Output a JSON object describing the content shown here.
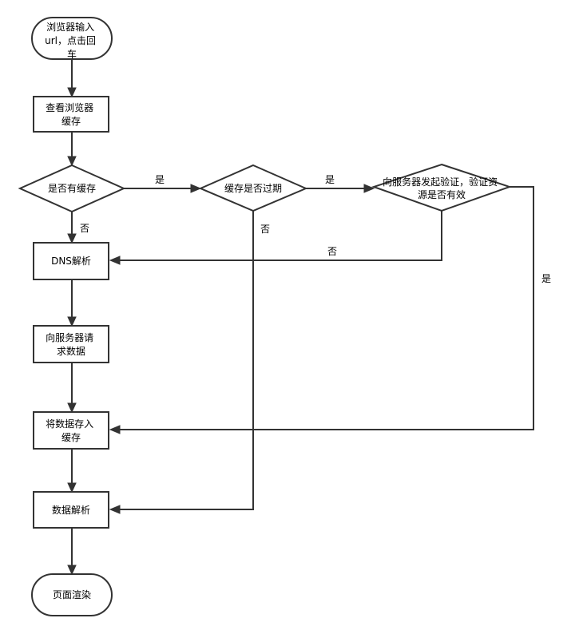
{
  "nodes": {
    "start": {
      "lines": [
        "浏览器输入",
        "url，点击回",
        "车"
      ]
    },
    "check_cache": {
      "lines": [
        "查看浏览器",
        "缓存"
      ]
    },
    "has_cache": {
      "lines": [
        "是否有缓存"
      ]
    },
    "cache_expired": {
      "lines": [
        "缓存是否过期"
      ]
    },
    "validate": {
      "lines": [
        "向服务器发起验证，验证资",
        "源是否有效"
      ]
    },
    "dns": {
      "lines": [
        "DNS解析"
      ]
    },
    "request": {
      "lines": [
        "向服务器请",
        "求数据"
      ]
    },
    "store": {
      "lines": [
        "将数据存入",
        "缓存"
      ]
    },
    "parse": {
      "lines": [
        "数据解析"
      ]
    },
    "render": {
      "lines": [
        "页面渲染"
      ]
    }
  },
  "edge_labels": {
    "has_cache_yes": "是",
    "has_cache_no": "否",
    "expired_yes": "是",
    "expired_no": "否",
    "validate_no": "否",
    "validate_yes": "是"
  }
}
